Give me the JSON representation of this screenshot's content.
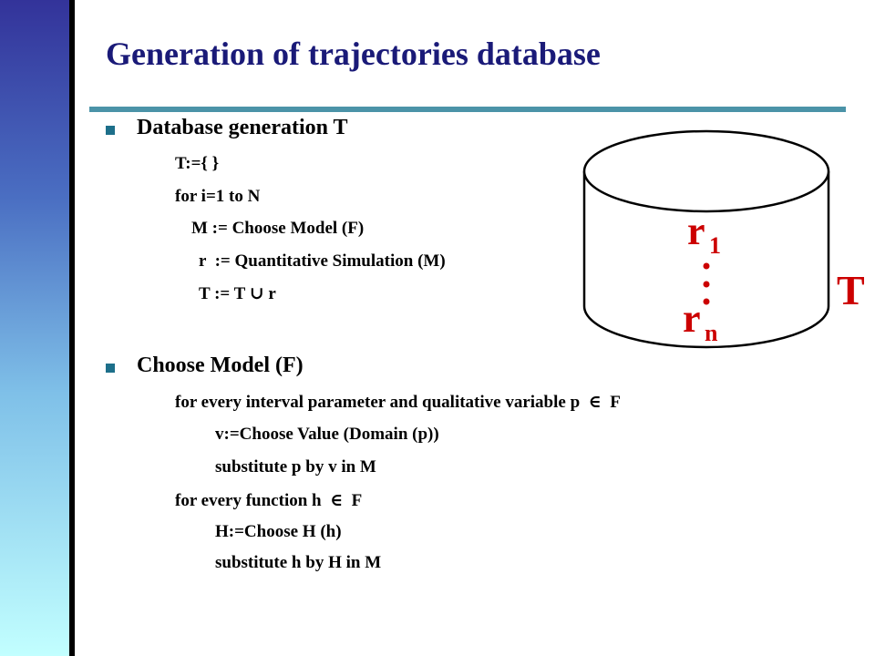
{
  "slide": {
    "title": "Generation of trajectories database"
  },
  "sections": [
    {
      "heading": "Database generation T",
      "lines": [
        "T:={ }",
        "for i=1 to N",
        "M := Choose Model (F)",
        "r  := Quantitative Simulation (M)",
        "T := T ∪ r"
      ]
    },
    {
      "heading": "Choose Model (F)",
      "lines": [
        "for every interval parameter and qualitative variable p  ∈  F",
        "v:=Choose Value (Domain (p))",
        "substitute p by v in M",
        "for every function h  ∈  F",
        "H:=Choose H (h)",
        "substitute h by H in M"
      ]
    }
  ],
  "database": {
    "first_label": "r",
    "first_sub": "1",
    "last_label": "r",
    "last_sub": "n",
    "name": "T"
  },
  "colors": {
    "title": "#1a1a78",
    "rule": "#4b93a8",
    "bullet": "#1d6f8a",
    "accent_red": "#cc0000"
  }
}
